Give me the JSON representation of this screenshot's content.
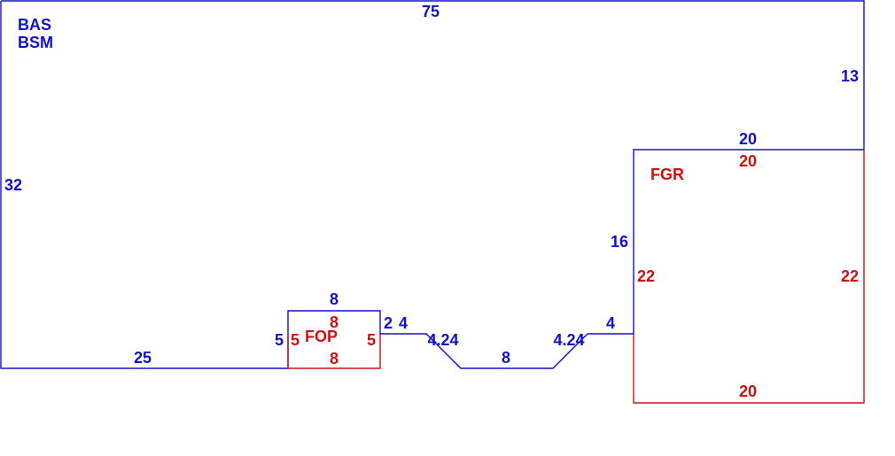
{
  "colors": {
    "main": "#1010c8",
    "sub": "#d01010",
    "background": "#ffffff"
  },
  "main_area": {
    "code_1": "BAS",
    "code_2": "BSM"
  },
  "main_dims": {
    "top": "75",
    "left": "32",
    "right_upper": "13",
    "bottom_left": "25",
    "fop_top": "8",
    "fop_left": "5",
    "step_2": "2",
    "step_4": "4",
    "diag_left": "4.24",
    "bottom_mid": "8",
    "diag_right": "4.24",
    "step_right": "4",
    "fgr_left": "16",
    "fgr_top": "20"
  },
  "fop": {
    "code": "FOP",
    "top": "8",
    "left": "5",
    "right": "5",
    "bottom": "8"
  },
  "fgr": {
    "code": "FGR",
    "top": "20",
    "left": "22",
    "right": "22",
    "bottom": "20"
  }
}
